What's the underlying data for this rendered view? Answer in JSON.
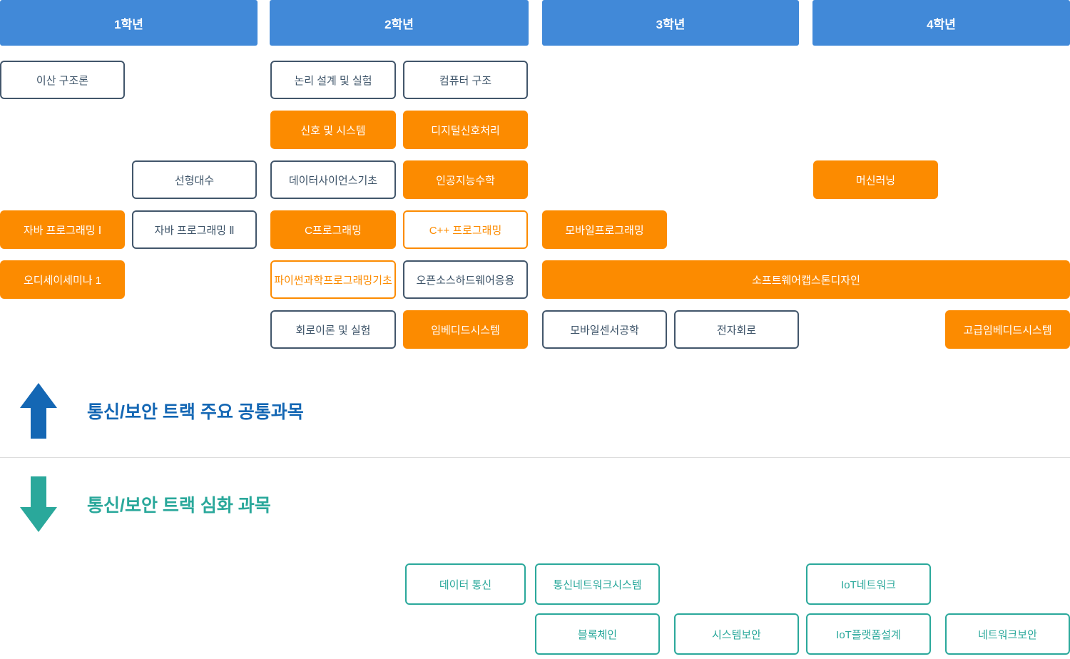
{
  "palette": {
    "year_header_blue": "#4189d8",
    "course_orange": "#fc8b00",
    "course_border_navy": "#42566b",
    "course_text_navy": "#3e5469",
    "track_teal": "#2aa89b",
    "legend_arrow_blue": "#1467b4",
    "divider_gray": "#dddddd"
  },
  "years": [
    {
      "label": "1학년"
    },
    {
      "label": "2학년"
    },
    {
      "label": "3학년"
    },
    {
      "label": "4학년"
    }
  ],
  "courses": [
    {
      "label": "이산 구조론",
      "variant": "plain"
    },
    {
      "label": "논리 설계 및 실험",
      "variant": "plain"
    },
    {
      "label": "컴퓨터 구조",
      "variant": "plain"
    },
    {
      "label": "신호 및 시스템",
      "variant": "track-common"
    },
    {
      "label": "디지털신호처리",
      "variant": "track-common"
    },
    {
      "label": "선형대수",
      "variant": "plain"
    },
    {
      "label": "데이터사이언스기초",
      "variant": "plain"
    },
    {
      "label": "인공지능수학",
      "variant": "track-common"
    },
    {
      "label": "머신러닝",
      "variant": "track-common"
    },
    {
      "label": "자바 프로그래밍 Ⅰ",
      "variant": "track-common"
    },
    {
      "label": "자바 프로그래밍 Ⅱ",
      "variant": "plain"
    },
    {
      "label": "C프로그래밍",
      "variant": "track-common"
    },
    {
      "label": "C++ 프로그래밍",
      "variant": "track-common-outline"
    },
    {
      "label": "모바일프로그래밍",
      "variant": "track-common"
    },
    {
      "label": "오디세이세미나 1",
      "variant": "track-common"
    },
    {
      "label": "파이썬과학프로그래밍기초",
      "variant": "track-common-outline"
    },
    {
      "label": "오픈소스하드웨어응용",
      "variant": "plain"
    },
    {
      "label": "소프트웨어캡스톤디자인",
      "variant": "track-common"
    },
    {
      "label": "회로이론 및 실험",
      "variant": "plain"
    },
    {
      "label": "임베디드시스템",
      "variant": "track-common"
    },
    {
      "label": "모바일센서공학",
      "variant": "plain"
    },
    {
      "label": "전자회로",
      "variant": "plain"
    },
    {
      "label": "고급임베디드시스템",
      "variant": "track-common"
    }
  ],
  "legend": {
    "common_label": "통신/보안 트랙 주요 공통과목",
    "advanced_label": "통신/보안 트랙 심화 과목",
    "up_arrow_icon": "up-arrow-icon",
    "down_arrow_icon": "down-arrow-icon"
  },
  "track_courses": [
    {
      "label": "데이터 통신"
    },
    {
      "label": "통신네트워크시스템"
    },
    {
      "label": "IoT네트워크"
    },
    {
      "label": "블록체인"
    },
    {
      "label": "시스템보안"
    },
    {
      "label": "IoT플랫폼설계"
    },
    {
      "label": "네트워크보안"
    }
  ]
}
